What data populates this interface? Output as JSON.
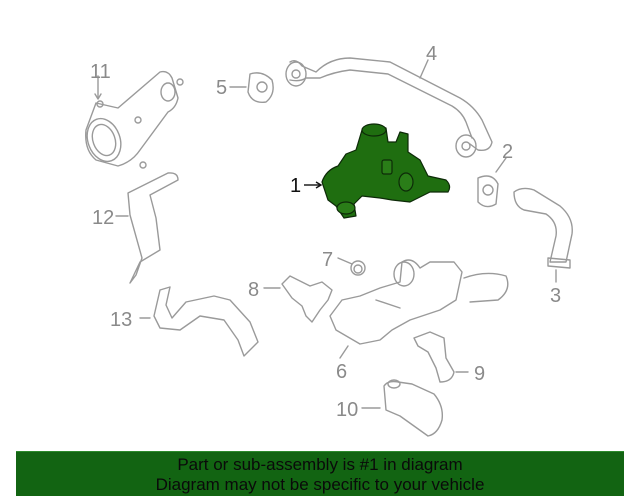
{
  "diagram": {
    "highlight_color": "#1f6e10",
    "line_color": "#9a9a9a",
    "parts": [
      {
        "number": "1",
        "name": "egr-cooler-assembly",
        "highlighted": true
      },
      {
        "number": "2",
        "name": "gasket"
      },
      {
        "number": "3",
        "name": "hose"
      },
      {
        "number": "4",
        "name": "egr-tube"
      },
      {
        "number": "5",
        "name": "gasket"
      },
      {
        "number": "6",
        "name": "egr-valve-housing"
      },
      {
        "number": "7",
        "name": "nut"
      },
      {
        "number": "8",
        "name": "bracket"
      },
      {
        "number": "9",
        "name": "hose"
      },
      {
        "number": "10",
        "name": "pipe"
      },
      {
        "number": "11",
        "name": "cooler"
      },
      {
        "number": "12",
        "name": "bracket"
      },
      {
        "number": "13",
        "name": "bracket"
      }
    ]
  },
  "banner": {
    "line1": "Part or sub-assembly is #1 in diagram",
    "line2": "Diagram may not be specific to your vehicle",
    "background": "#126412"
  }
}
